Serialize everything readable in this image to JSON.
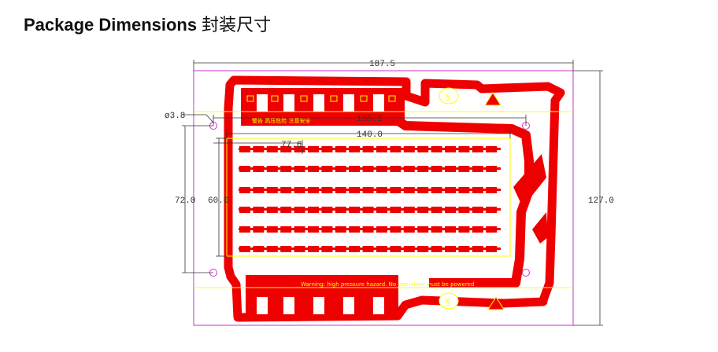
{
  "page_title": {
    "english": "Package Dimensions",
    "chinese": "封装尺寸"
  },
  "dimensions": {
    "overall_width": "187.5",
    "overall_height": "127.0",
    "hole_diameter": "ø3.8",
    "hole_spacing_x": "155.2",
    "inner_width": "140.0",
    "half_width": "77.6",
    "hole_spacing_y": "72.0",
    "inner_height": "60.0"
  },
  "board_text": {
    "top_label": "警告 高压危险 注意安全",
    "warning": "Warning: high pressure hazard. No operation must be powered"
  },
  "colors": {
    "outline": "#cc33cc",
    "copper": "#ee0000",
    "silkscreen": "#ffff00",
    "dimension": "#333333"
  }
}
